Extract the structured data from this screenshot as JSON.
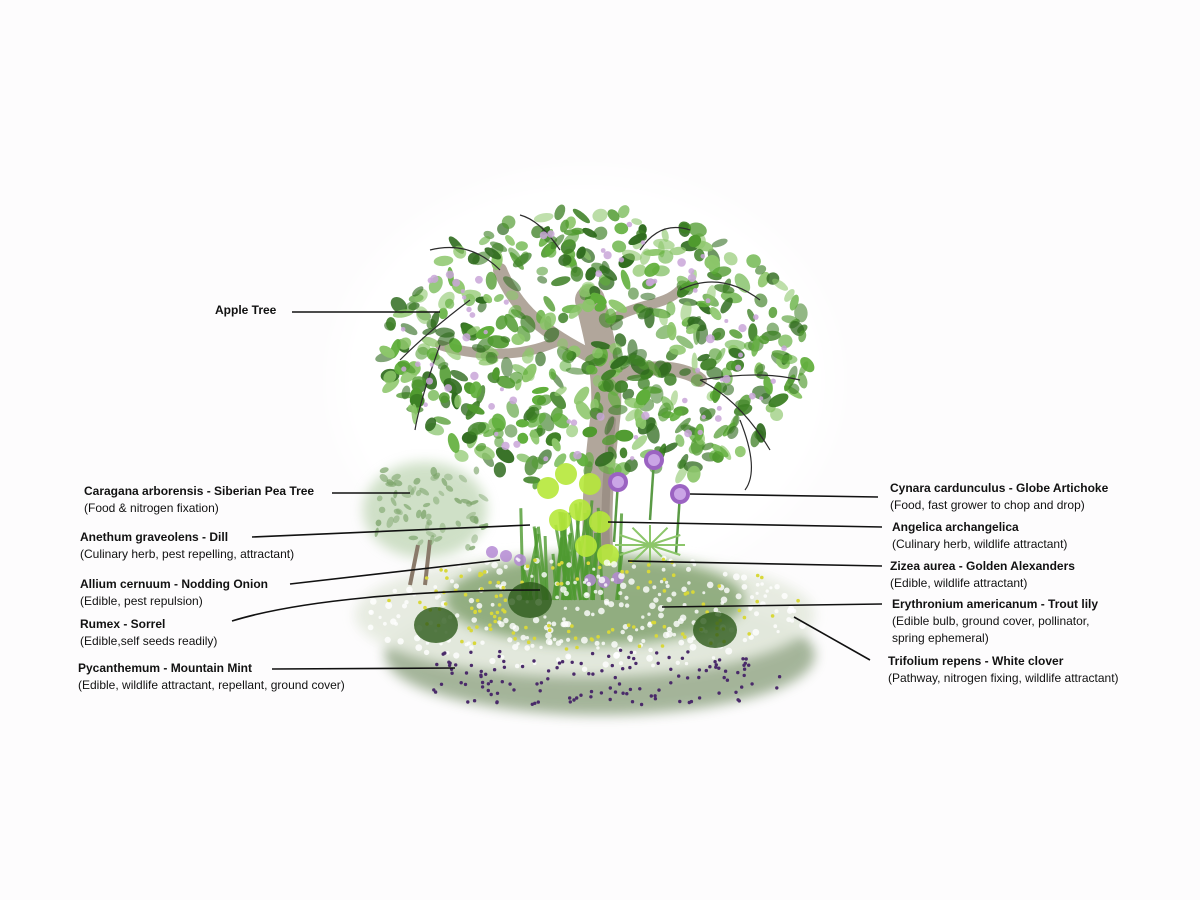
{
  "colors": {
    "background": "#fdfcfd",
    "leaf_dark": "#2f6b1e",
    "leaf_mid": "#4f9a2e",
    "leaf_light": "#8cc66a",
    "bark": "#a0968c",
    "blossom": "#c9a6d8",
    "flower_purple": "#9b63c2",
    "flower_yellow": "#d8d83a",
    "chartreuse": "#b6e83a",
    "leader_line": "#111111"
  },
  "labels": {
    "apple": {
      "name": "Apple Tree",
      "desc": ""
    },
    "caragana": {
      "name": "Caragana arborensis - Siberian Pea Tree",
      "desc": "(Food & nitrogen fixation)"
    },
    "dill": {
      "name": "Anethum graveolens - Dill",
      "desc": "(Culinary herb, pest repelling, attractant)"
    },
    "allium": {
      "name": "Allium cernuum - Nodding Onion",
      "desc": "(Edible, pest repulsion)"
    },
    "rumex": {
      "name": "Rumex - Sorrel",
      "desc": "(Edible,self seeds readily)"
    },
    "pycanthemum": {
      "name": "Pycanthemum - Mountain Mint",
      "desc": "(Edible, wildlife attractant, repellant, ground cover)"
    },
    "cynara": {
      "name": "Cynara cardunculus - Globe Artichoke",
      "desc": "(Food, fast grower to chop and drop)"
    },
    "angelica": {
      "name": "Angelica archangelica",
      "desc": "(Culinary herb, wildlife attractant)"
    },
    "zizea": {
      "name": "Zizea aurea - Golden Alexanders",
      "desc": "(Edible, wildlife attractant)"
    },
    "erythronium": {
      "name": "Erythronium americanum -  Trout lily",
      "desc": "(Edible bulb, ground cover, pollinator,",
      "desc2": "spring ephemeral)"
    },
    "trifolium": {
      "name": "Trifolium repens - White clover",
      "desc": "(Pathway, nitrogen fixing, wildlife attractant)"
    }
  }
}
